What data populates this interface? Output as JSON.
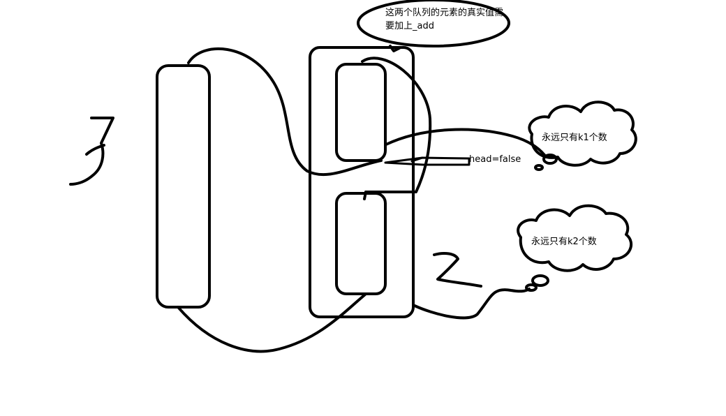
{
  "notes": {
    "callout": "这两个队列的元素的真实值需要加上_add",
    "head": "head=false",
    "k1_cloud": "永远只有k1个数",
    "k2_cloud": "永远只有k2个数",
    "digit_left": "3",
    "digit_right": "2"
  },
  "colors": {
    "stroke": "#000000",
    "background": "#ffffff"
  }
}
